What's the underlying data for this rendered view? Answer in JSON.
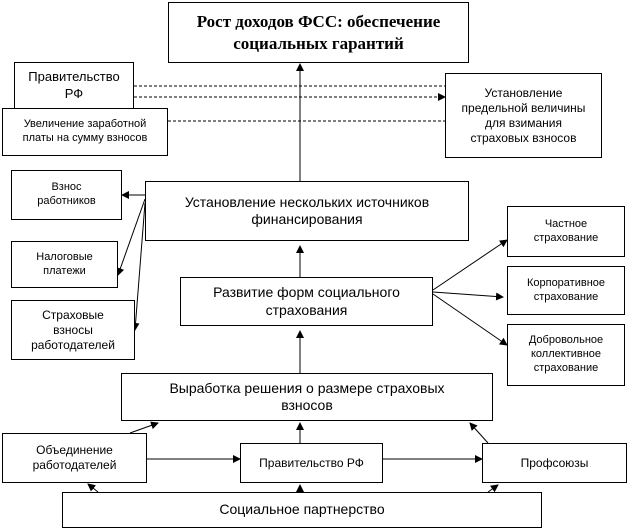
{
  "diagram": {
    "main_goal": "Рост доходов ФСС: обеспечение\nсоциальных гарантий",
    "government_top": "Правительство\nРФ",
    "wage_increase": "Увеличение заработной\nплаты на сумму взносов",
    "contribution_limit": "Установление\nпредельной величины\nдля взимания\nстраховых взносов",
    "multiple_sources": "Установление нескольких источников\nфинансирования",
    "source_employees": "Взнос\nработников",
    "source_taxes": "Налоговые\nплатежи",
    "source_employers": "Страховые\nвзносы\nработодателей",
    "insurance_forms": "Развитие форм социального\nстрахования",
    "form_private": "Частное\nстрахование",
    "form_corporate": "Корпоративное\nстрахование",
    "form_voluntary": "Добровольное\nколлективное\nстрахование",
    "rate_decision": "Выработка решения о размере страховых\nвзносов",
    "employers_union": "Объединение\nработодателей",
    "government_bottom": "Правительство РФ",
    "trade_unions": "Профсоюзы",
    "social_partnership": "Социальное партнерство"
  },
  "style": {
    "line_color": "#000000",
    "background": "#ffffff"
  }
}
